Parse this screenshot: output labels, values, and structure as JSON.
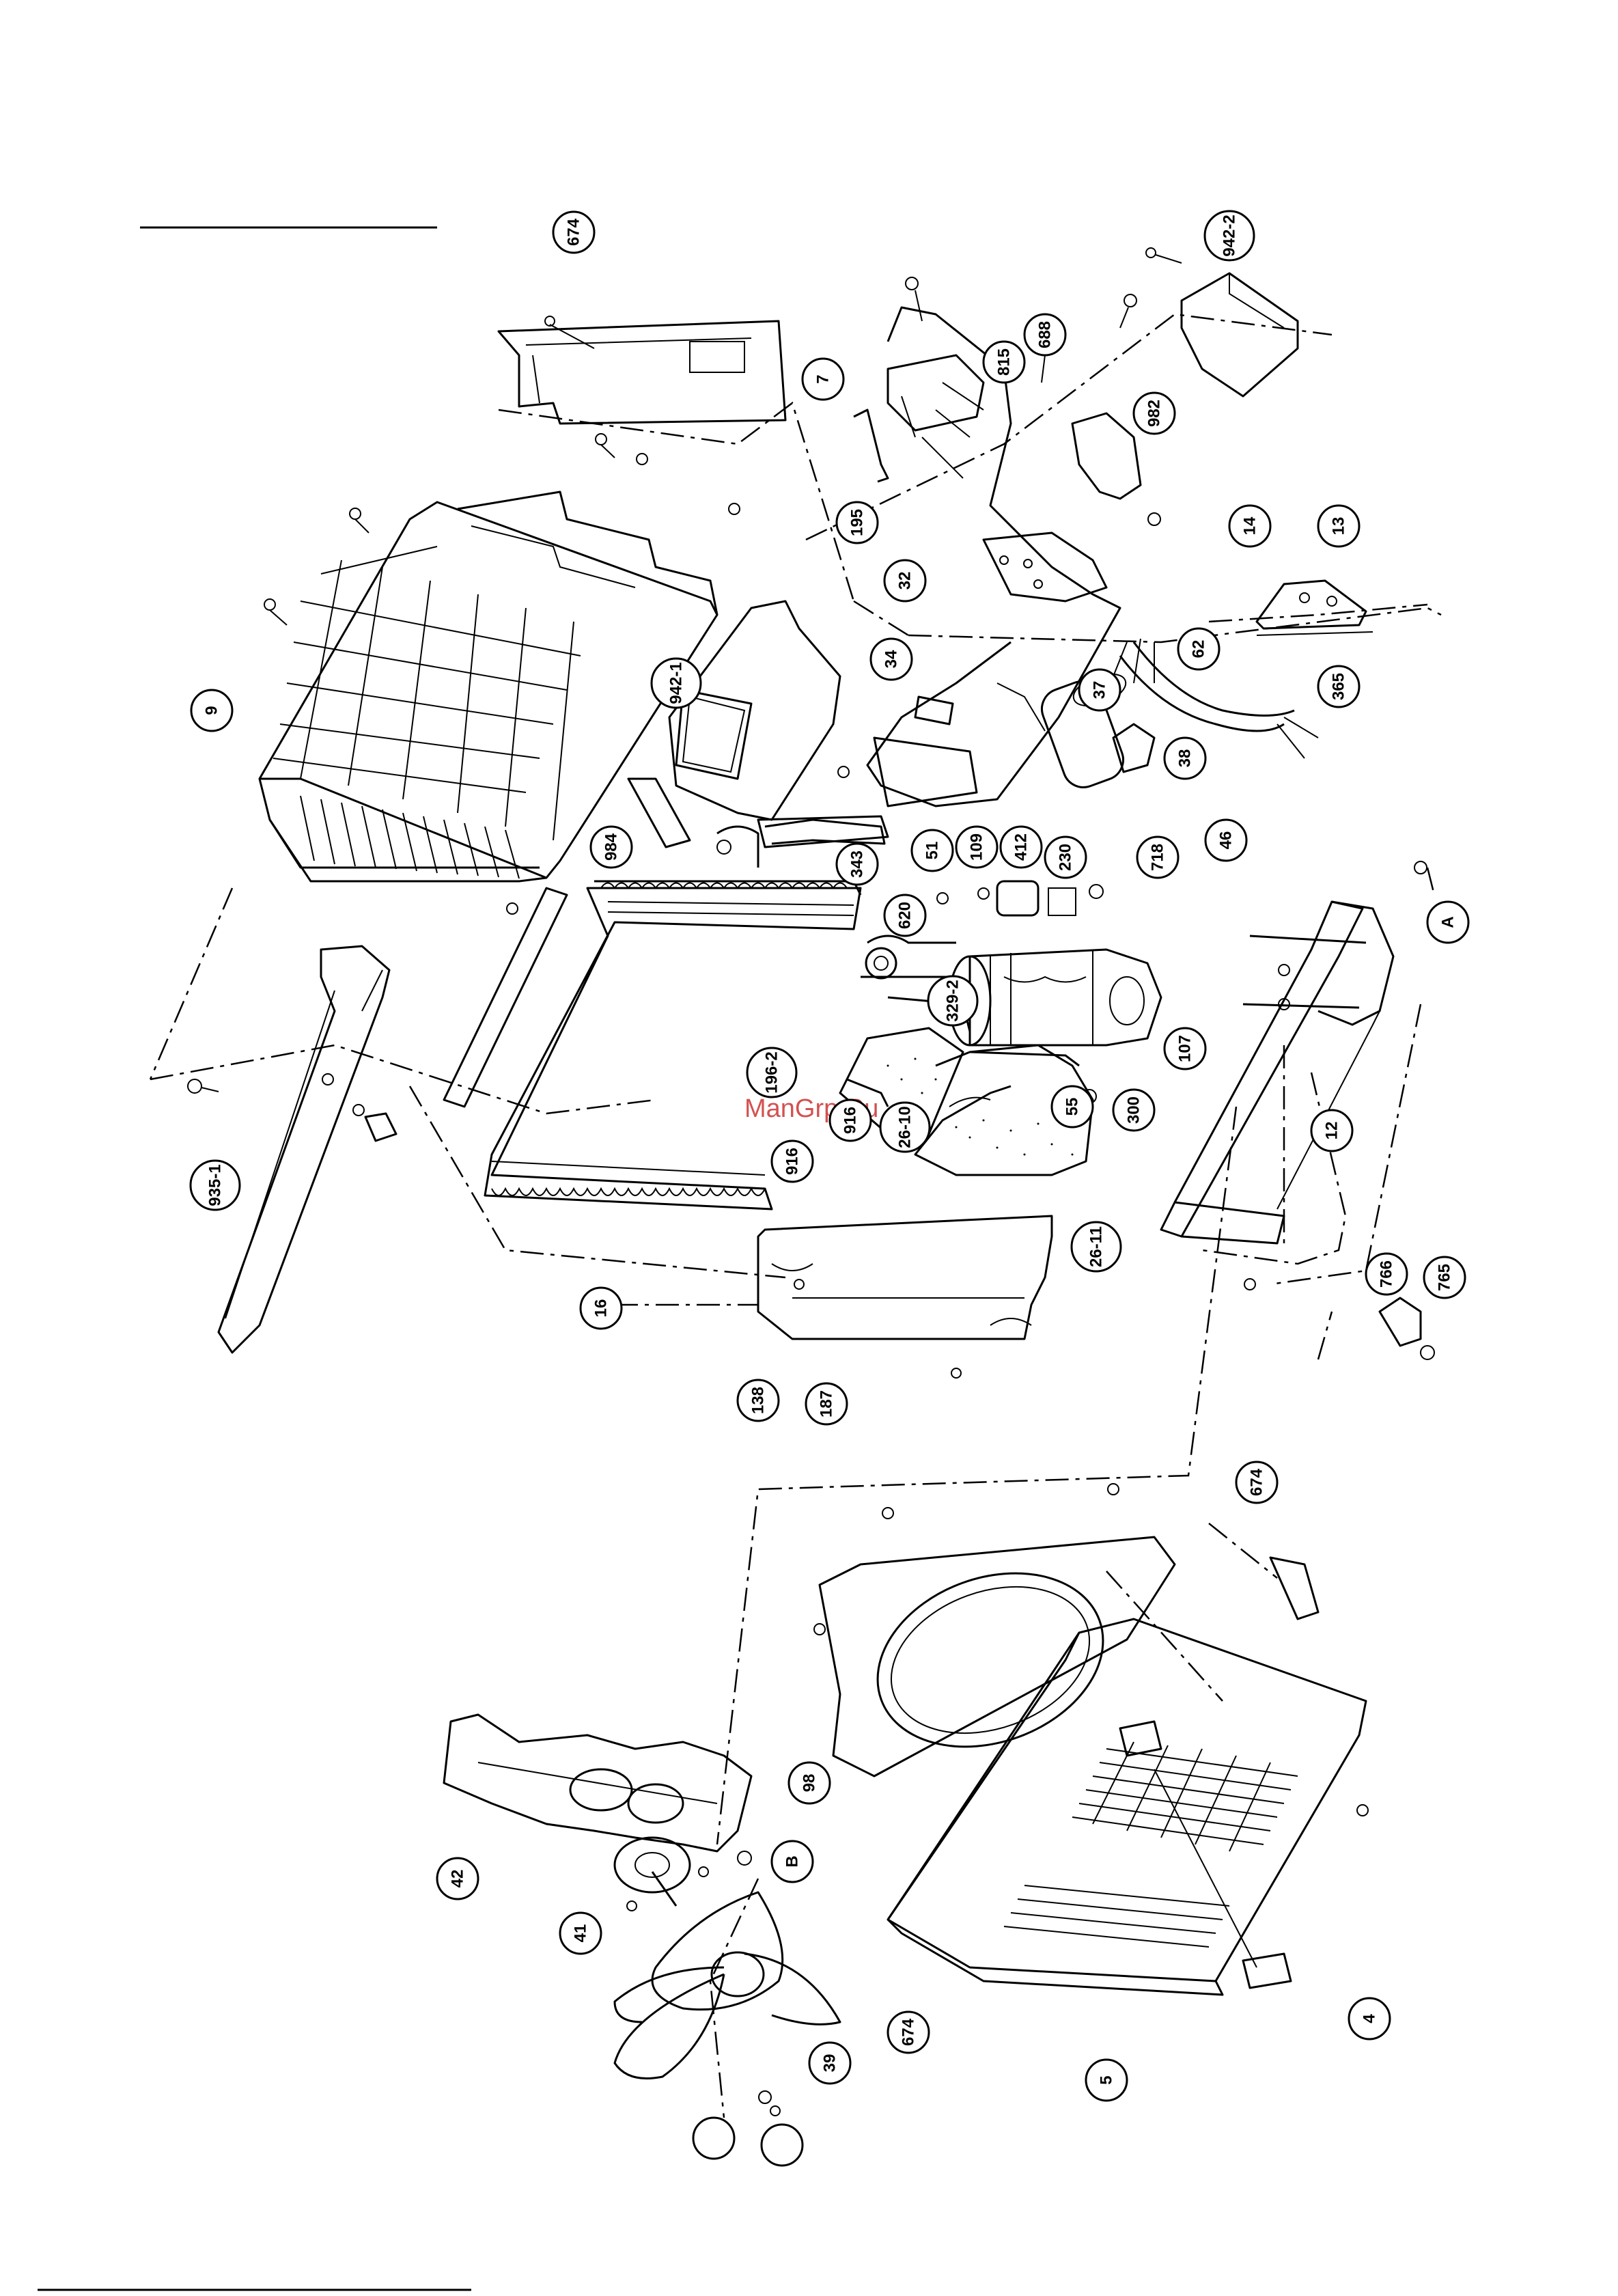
{
  "diagram": {
    "watermark": "ManGrp.Ru",
    "callouts": [
      {
        "id": "c-674-top",
        "label": "674"
      },
      {
        "id": "c-7",
        "label": "7"
      },
      {
        "id": "c-9",
        "label": "9"
      },
      {
        "id": "c-942-2",
        "label": "942-2"
      },
      {
        "id": "c-688",
        "label": "688"
      },
      {
        "id": "c-815",
        "label": "815"
      },
      {
        "id": "c-982",
        "label": "982"
      },
      {
        "id": "c-195",
        "label": "195"
      },
      {
        "id": "c-32",
        "label": "32"
      },
      {
        "id": "c-34",
        "label": "34"
      },
      {
        "id": "c-942-1",
        "label": "942-1"
      },
      {
        "id": "c-14",
        "label": "14"
      },
      {
        "id": "c-13",
        "label": "13"
      },
      {
        "id": "c-62",
        "label": "62"
      },
      {
        "id": "c-365",
        "label": "365"
      },
      {
        "id": "c-37",
        "label": "37"
      },
      {
        "id": "c-38",
        "label": "38"
      },
      {
        "id": "c-984",
        "label": "984"
      },
      {
        "id": "c-343",
        "label": "343"
      },
      {
        "id": "c-51",
        "label": "51"
      },
      {
        "id": "c-109",
        "label": "109"
      },
      {
        "id": "c-412",
        "label": "412"
      },
      {
        "id": "c-230",
        "label": "230"
      },
      {
        "id": "c-718",
        "label": "718"
      },
      {
        "id": "c-46",
        "label": "46"
      },
      {
        "id": "c-A",
        "label": "A"
      },
      {
        "id": "c-620",
        "label": "620"
      },
      {
        "id": "c-329-2",
        "label": "329-2"
      },
      {
        "id": "c-107",
        "label": "107"
      },
      {
        "id": "c-196-2",
        "label": "196-2"
      },
      {
        "id": "c-916",
        "label": "916"
      },
      {
        "id": "c-26-10",
        "label": "26-10"
      },
      {
        "id": "c-55",
        "label": "55"
      },
      {
        "id": "c-300",
        "label": "300"
      },
      {
        "id": "c-12",
        "label": "12"
      },
      {
        "id": "c-935-1",
        "label": "935-1"
      },
      {
        "id": "c-916b",
        "label": "916"
      },
      {
        "id": "c-26-11",
        "label": "26-11"
      },
      {
        "id": "c-16",
        "label": "16"
      },
      {
        "id": "c-766",
        "label": "766"
      },
      {
        "id": "c-765",
        "label": "765"
      },
      {
        "id": "c-138",
        "label": "138"
      },
      {
        "id": "c-187",
        "label": "187"
      },
      {
        "id": "c-674-mid",
        "label": "674"
      },
      {
        "id": "c-98",
        "label": "98"
      },
      {
        "id": "c-42",
        "label": "42"
      },
      {
        "id": "c-B",
        "label": "B"
      },
      {
        "id": "c-41",
        "label": "41"
      },
      {
        "id": "c-4",
        "label": "4"
      },
      {
        "id": "c-674-bot",
        "label": "674"
      },
      {
        "id": "c-5",
        "label": "5"
      },
      {
        "id": "c-39",
        "label": "39"
      },
      {
        "id": "c-empty-1",
        "label": ""
      },
      {
        "id": "c-empty-2",
        "label": ""
      }
    ]
  }
}
